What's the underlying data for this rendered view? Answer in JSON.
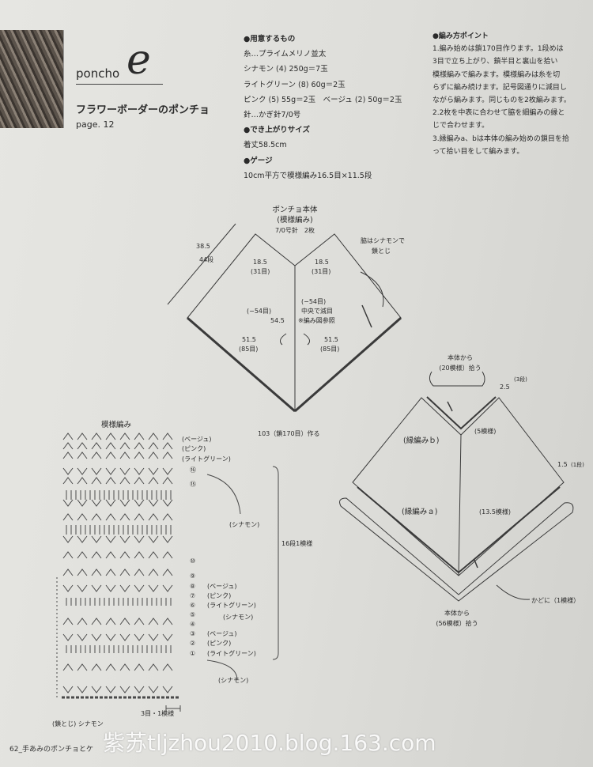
{
  "header": {
    "poncho_label": "poncho",
    "letter": "e",
    "title": "フラワーボーダーのポンチョ",
    "page_ref": "page. 12"
  },
  "materials": {
    "heading_materials": "●用意するもの",
    "yarn": "糸…プライムメリノ並太",
    "cinnamon": "シナモン (4) 250g＝7玉",
    "lightgreen": "ライトグリーン (8) 60g＝2玉",
    "pink_beige": "ピンク (5)  55g＝2玉　ベージュ (2)  50g＝2玉",
    "hook": "針…かぎ針7/0号",
    "heading_size": "●でき上がりサイズ",
    "size": "着丈58.5cm",
    "heading_gauge": "●ゲージ",
    "gauge": "10cm平方で模様編み16.5目×11.5段"
  },
  "points": {
    "heading": "●編み方ポイント",
    "lines": [
      "1.編み始めは鎖170目作ります。1段めは",
      "3目で立ち上がり、鎖半目と裏山を拾い",
      "模様編みで編みます。模様編みは糸を切",
      "らずに編み続けます。記号図通りに減目し",
      "ながら編みます。同じものを2枚編みます。",
      "2.2枚を中表に合わせて脇を細編みの縁と",
      "じで合わせます。",
      "3.縁編みa、bは本体の編み始めの鎖目を拾",
      "って拾い目をして編みます。"
    ]
  },
  "main_diagram": {
    "title": "ポンチョ本体",
    "subtitle": "(模様編み)",
    "needle": "7/0号針　2枚",
    "side_measure": "38.5",
    "side_rows": "44段",
    "top_left": "18.5",
    "top_left_st": "(31目)",
    "top_right": "18.5",
    "top_right_st": "(31目)",
    "dec_left": "(−54目)",
    "dec_right": "(−54目)",
    "center_dec": "中央で減目",
    "see_chart": "※編み図参照",
    "center_len": "54.5",
    "bottom_left": "51.5",
    "bottom_left_st": "(85目)",
    "bottom_right": "51.5",
    "bottom_right_st": "(85目)",
    "side_note_1": "脇はシナモンで",
    "side_note_2": "鎖とじ",
    "start_chain": "103（鎖170目）作る"
  },
  "edging_diagram": {
    "from_body_top": "本体から",
    "top_pick": "(20模様）拾う",
    "b_width": "2.5",
    "b_rows": "(3段)",
    "edge_b": "(縁編みｂ)",
    "b_pattern": "(5模様)",
    "a_width": "1.5",
    "a_rows": "(1段)",
    "edge_a": "(縁編みａ)",
    "a_pattern": "(13.5模様)",
    "corner": "かどに（1模様）",
    "from_body_bottom": "本体から",
    "bottom_pick": "(56模様）拾う"
  },
  "pattern_chart": {
    "title": "模様編み",
    "top_beige": "(ベージュ)",
    "top_pink": "(ピンク)",
    "top_lightgreen": "(ライトグリーン)",
    "row16": "⑯",
    "row15": "⑮",
    "cinnamon_upper": "(シナモン)",
    "repeat_rows": "16段1模様",
    "row10": "⑩",
    "row9": "⑨",
    "row8": "⑧",
    "row8_color": "(ベージュ)",
    "row7": "⑦",
    "row7_color": "(ピンク)",
    "row6": "⑥",
    "row6_color": "(ライトグリーン)",
    "row5": "⑤",
    "row5_color": "(シナモン)",
    "row4": "④",
    "row3": "③",
    "row3_color": "(ベージュ)",
    "row2": "②",
    "row2_color": "(ピンク)",
    "row1": "①",
    "row1_color": "(ライトグリーン)",
    "cinnamon_lower": "(シナモン)",
    "stitch_repeat": "3目・1模様",
    "chain_note": "(鎖とじ) シナモン"
  },
  "footer": {
    "page_number": "62",
    "book_title": "_手あみのポンチョとケ"
  },
  "watermark": "紫苏tljzhou2010.blog.163.com"
}
